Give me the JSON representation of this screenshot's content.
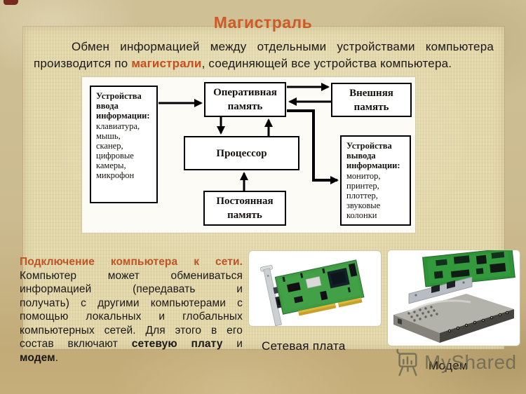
{
  "slide": {
    "title": "Магистраль",
    "intro_lines": [
      [
        {
          "t": "Обмен информацией между отдельными устройствами компьютера",
          "s": "normal"
        }
      ],
      [
        {
          "t": "производится по ",
          "s": "normal"
        },
        {
          "t": "магистрали",
          "s": "accent"
        },
        {
          "t": ", соединяющей все устройства компьютера.",
          "s": "normal"
        }
      ]
    ]
  },
  "diagram": {
    "boxes": {
      "input": {
        "title": [
          "Устройства",
          "ввода",
          "информации:"
        ],
        "items": [
          "клавиатура,",
          "мышь,",
          "сканер,",
          "цифровые",
          "камеры,",
          "микрофон"
        ]
      },
      "ram": {
        "title": [
          "Оперативная",
          "память"
        ]
      },
      "external": {
        "title": [
          "Внешняя",
          "память"
        ]
      },
      "cpu": {
        "title": [
          "Процессор"
        ]
      },
      "rom": {
        "title": [
          "Постоянная",
          "память"
        ]
      },
      "output": {
        "title": [
          "Устройства",
          "вывода",
          "информации:"
        ],
        "items": [
          "монитор,",
          "принтер,",
          "плоттер,",
          "звуковые",
          "колонки"
        ]
      }
    }
  },
  "network_section": {
    "heading": "Подключение компьютера к сети.",
    "body_lines": [
      [
        {
          "t": "Компьютер может обмениваться",
          "s": "normal"
        }
      ],
      [
        {
          "t": "информацией (передавать и",
          "s": "normal"
        }
      ],
      [
        {
          "t": "получать) с другими компьютерами с",
          "s": "normal"
        }
      ],
      [
        {
          "t": "помощью локальных и глобальных",
          "s": "normal"
        }
      ],
      [
        {
          "t": "компьютерных сетей. Для этого в его",
          "s": "normal"
        }
      ],
      [
        {
          "t": "состав включают ",
          "s": "normal"
        },
        {
          "t": "сетевую плату",
          "s": "bold"
        },
        {
          "t": " и",
          "s": "normal"
        }
      ],
      [
        {
          "t": "модем",
          "s": "bold"
        },
        {
          "t": ".",
          "s": "normal"
        }
      ]
    ],
    "captions": {
      "card": "Сетевая плата",
      "modem": "Модем"
    }
  },
  "watermark": {
    "label": "MyShared",
    "icon": "easel-chart-icon"
  },
  "colors": {
    "title": "#cb5b27",
    "highlight": "#c84d1f",
    "heading": "#bf5426",
    "background": "#cbba90",
    "panel": "#e0d5a9",
    "diagram_bg": "#fcfbf6",
    "watermark": "#6a6650"
  }
}
